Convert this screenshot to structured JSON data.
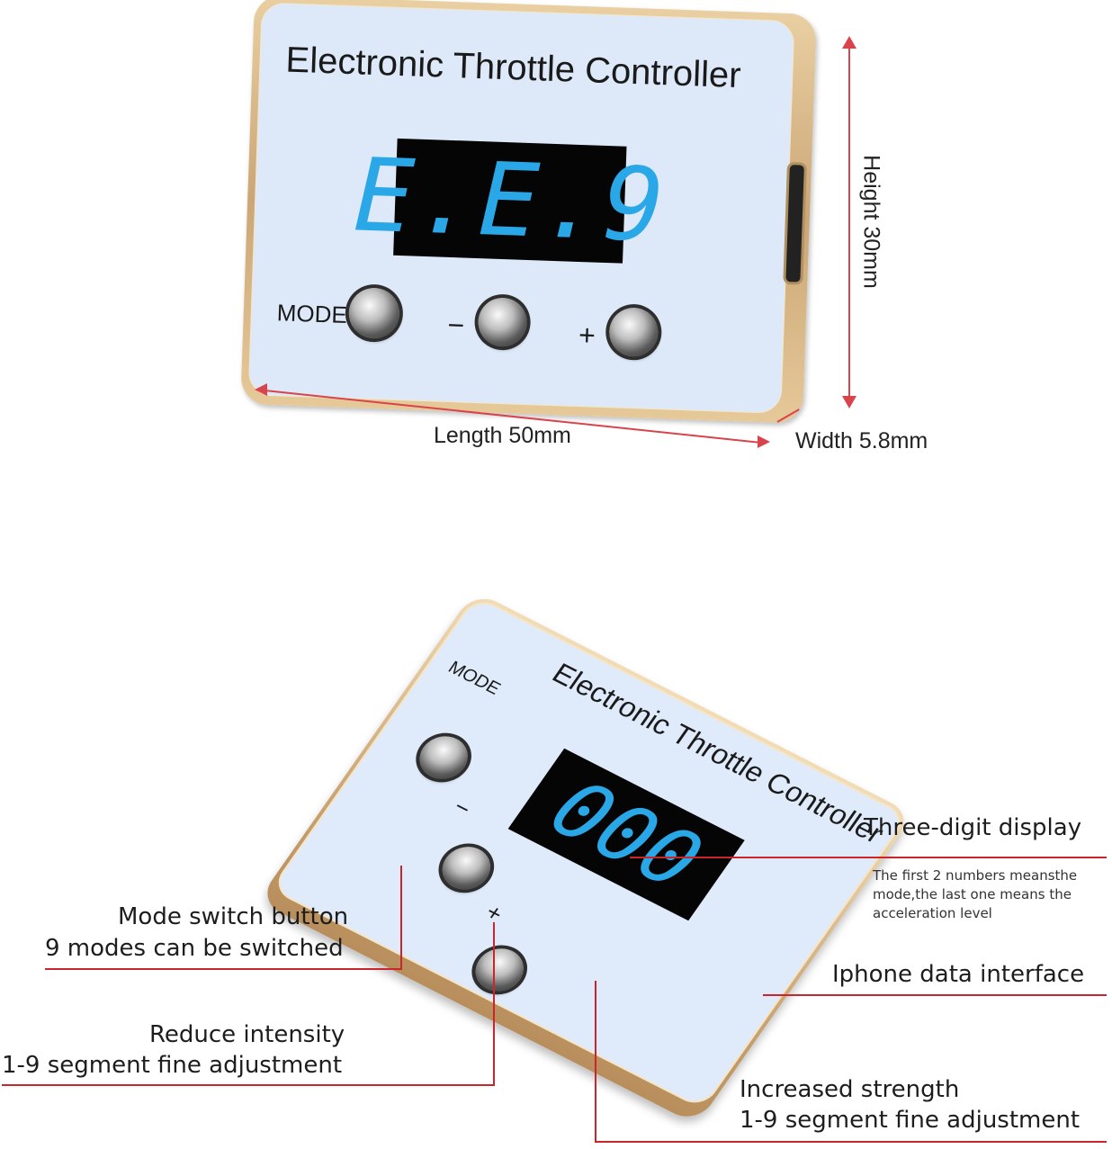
{
  "top_device": {
    "title": "Electronic Throttle Controller",
    "display": "E.E.9",
    "mode_label": "MODE",
    "minus_label": "−",
    "plus_label": "+"
  },
  "dimensions": {
    "height": "Height 30mm",
    "length": "Length 50mm",
    "width": "Width 5.8mm"
  },
  "bottom_device": {
    "title": "Electronic Throttle Controller",
    "display": "000",
    "mode_label": "MODE",
    "minus_label": "−",
    "plus_label": "+"
  },
  "callouts": {
    "display_title": "Three-digit display",
    "display_desc_1": "The first 2 numbers meansthe",
    "display_desc_2": "mode,the last one means the",
    "display_desc_3": "acceleration level",
    "mode_line1": "Mode switch button",
    "mode_line2": "9 modes can be switched",
    "reduce_line1": "Reduce intensity",
    "reduce_line2": "1-9 segment fine adjustment",
    "iphone": "Iphone data interface",
    "increase_line1": "Increased strength",
    "increase_line2": "1-9 segment fine adjustment"
  },
  "colors": {
    "accent_red": "#c8252d",
    "led_blue": "#2aa7e6",
    "face": "#dde9f8",
    "case_gold": "#cba676"
  }
}
